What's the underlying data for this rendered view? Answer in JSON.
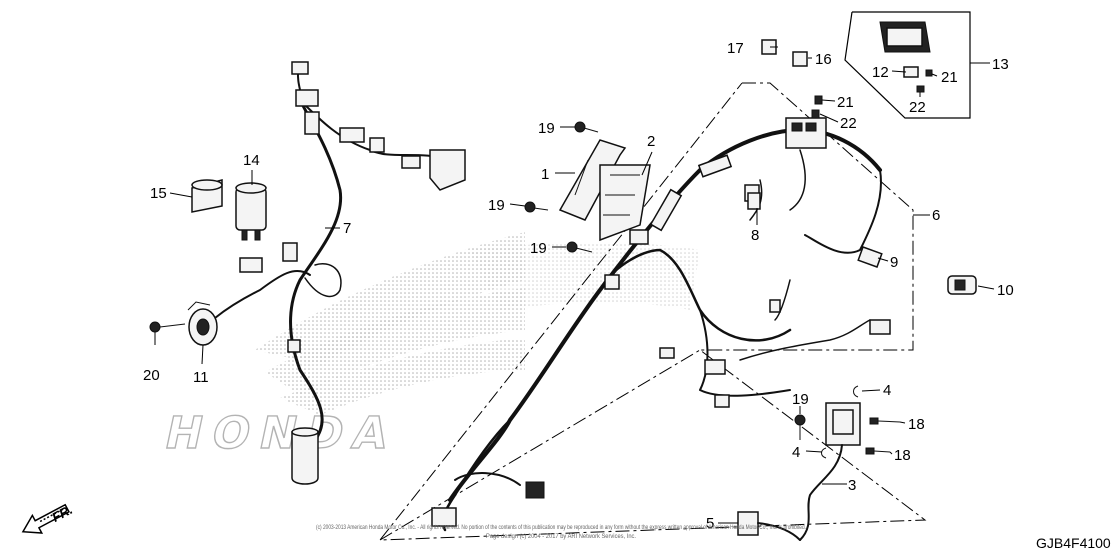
{
  "diagram": {
    "callouts": [
      "1",
      "2",
      "3",
      "4",
      "4",
      "5",
      "6",
      "7",
      "8",
      "9",
      "10",
      "11",
      "12",
      "13",
      "14",
      "15",
      "16",
      "17",
      "18",
      "18",
      "19",
      "19",
      "19",
      "19",
      "20",
      "21",
      "21",
      "22",
      "22"
    ],
    "direction_label": "FR.",
    "diagram_code": "GJB4F4100",
    "copyright_line1": "(c) 2003-2013 American Honda Motor Co., Inc. - All rights reserved. No portion of the contents of this publication may be reproduced in any form without the express written approval of American Honda Motor Co., Inc. is prohibited.",
    "copyright_line2": "Page design (c) 2004 - 2017 by ARI Network Services, Inc.",
    "colors": {
      "line": "#111111",
      "watermark": "#b0b0b0"
    }
  }
}
